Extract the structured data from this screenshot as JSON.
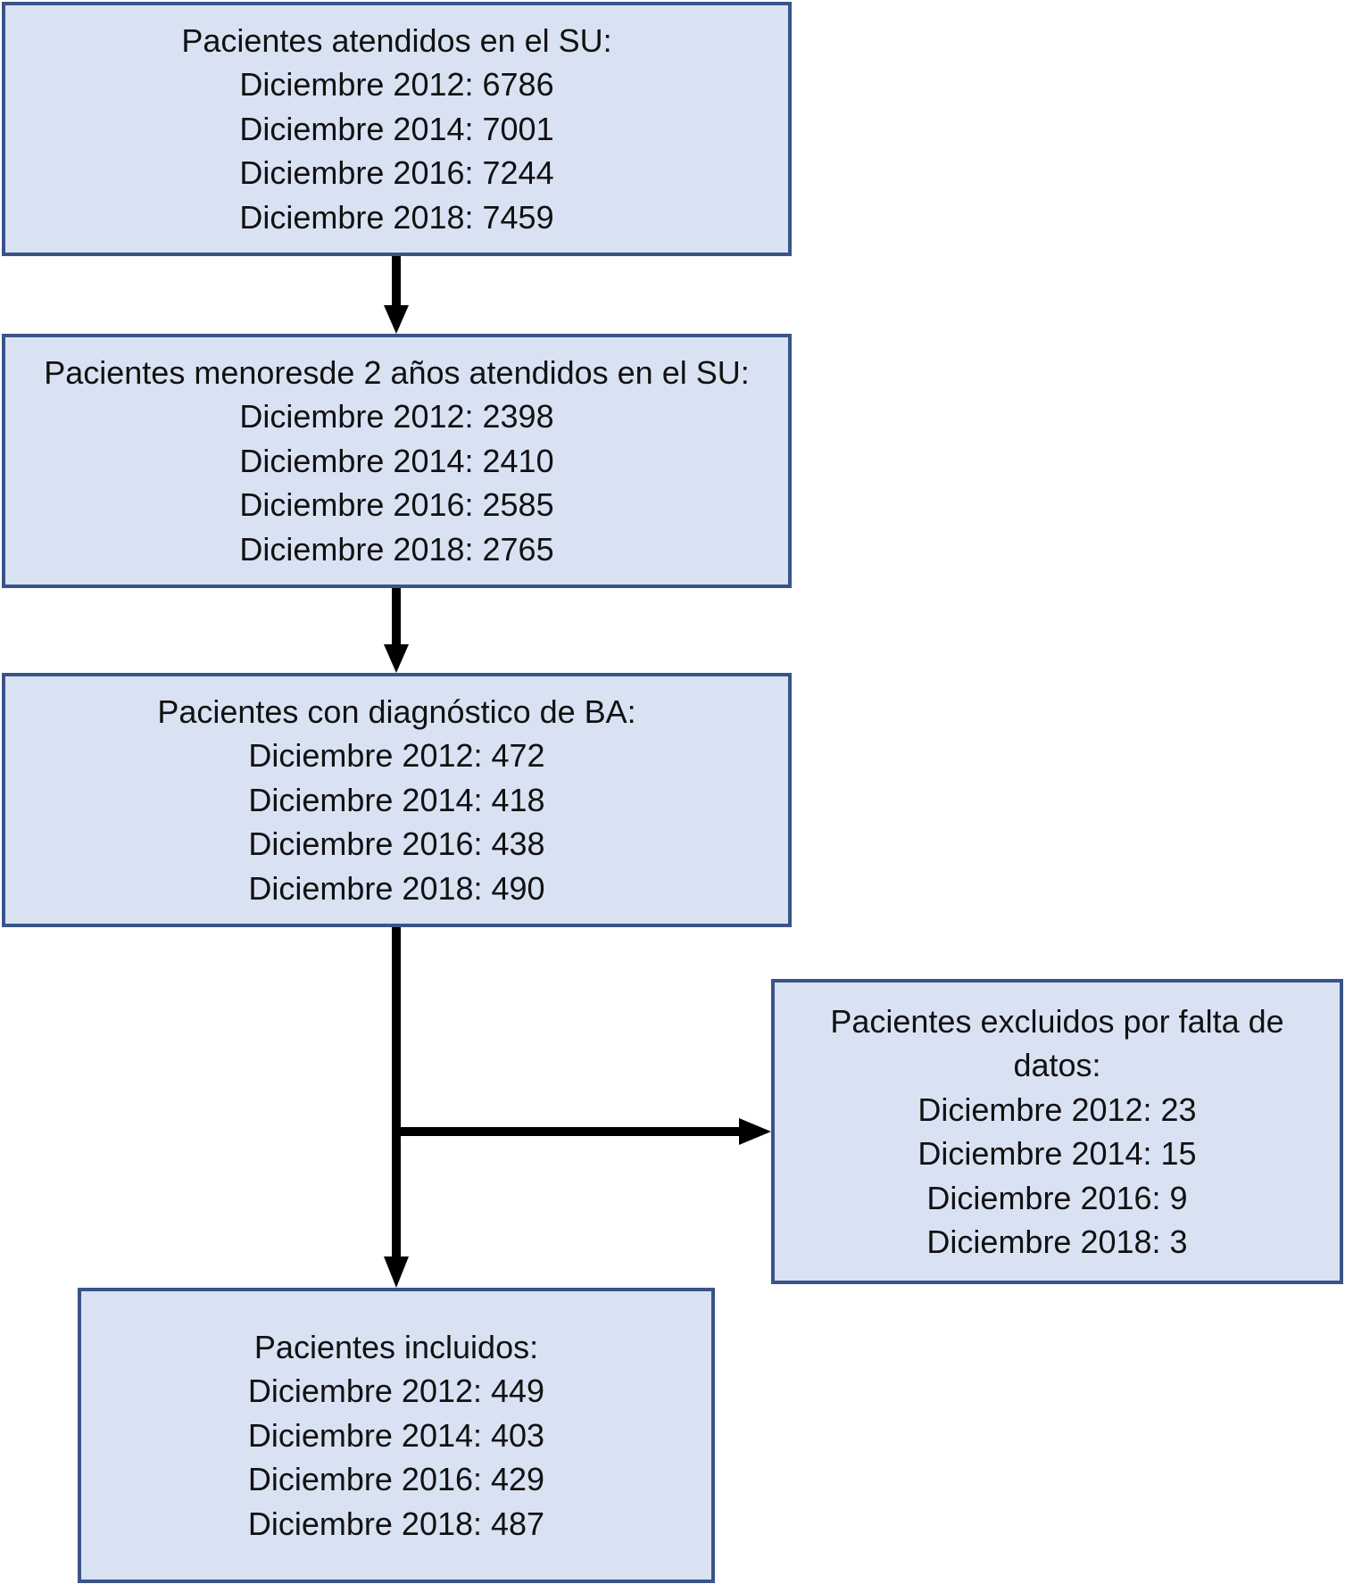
{
  "colors": {
    "box_fill": "#d9e2f3",
    "box_border": "#3a5488",
    "arrow": "#000000",
    "text": "#111111"
  },
  "boxes": {
    "attended": {
      "title": "Pacientes atendidos en el SU:",
      "lines": [
        "Diciembre 2012: 6786",
        "Diciembre 2014: 7001",
        "Diciembre 2016: 7244",
        "Diciembre 2018: 7459"
      ]
    },
    "under_two": {
      "title": "Pacientes menoresde 2 años atendidos en el SU:",
      "lines": [
        "Diciembre 2012: 2398",
        "Diciembre 2014: 2410",
        "Diciembre 2016: 2585",
        "Diciembre 2018: 2765"
      ]
    },
    "ba_diagnosis": {
      "title": "Pacientes con diagnóstico de BA:",
      "lines": [
        "Diciembre 2012: 472",
        "Diciembre 2014: 418",
        "Diciembre 2016: 438",
        "Diciembre 2018: 490"
      ]
    },
    "excluded": {
      "title": "Pacientes excluidos por falta de datos:",
      "lines": [
        "Diciembre 2012: 23",
        "Diciembre 2014: 15",
        "Diciembre 2016: 9",
        "Diciembre 2018: 3"
      ]
    },
    "included": {
      "title": "Pacientes incluidos:",
      "lines": [
        "Diciembre 2012: 449",
        "Diciembre 2014: 403",
        "Diciembre 2016: 429",
        "Diciembre 2018: 487"
      ]
    }
  }
}
